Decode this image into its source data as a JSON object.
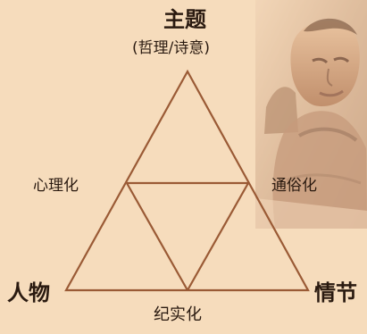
{
  "apex_label": "主题",
  "apex_subtitle": "(哲理/诗意)",
  "left_mid_label": "心理化",
  "right_mid_label": "通俗化",
  "bottom_left_label": "人物",
  "bottom_right_label": "情节",
  "bottom_mid_label": "纪实化",
  "colors": {
    "background": "#f6dcbc",
    "line": "#9a5a35",
    "text": "#2a1a10",
    "photo": "#d8b89a"
  }
}
